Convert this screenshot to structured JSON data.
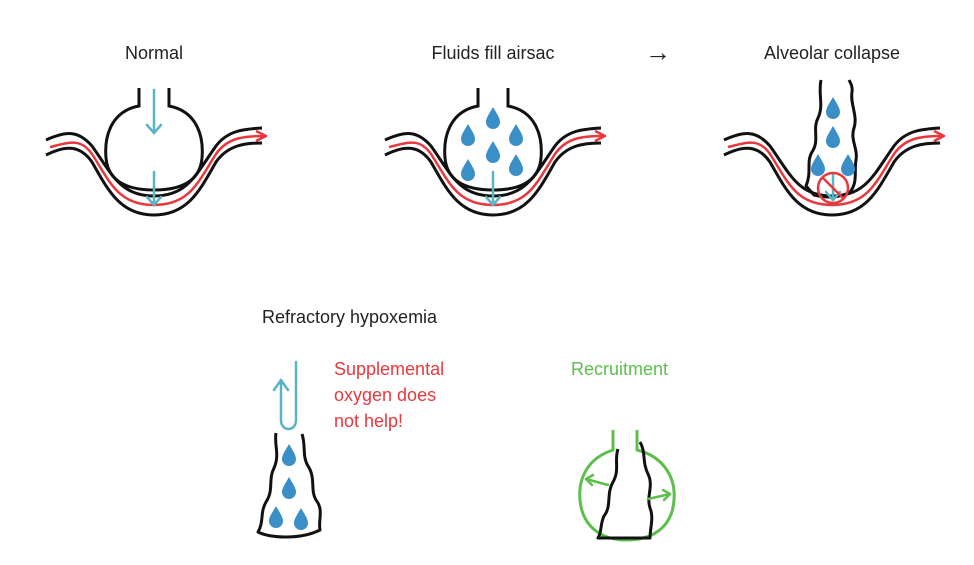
{
  "labels": {
    "normal": "Normal",
    "fluids": "Fluids fill airsac",
    "collapse": "Alveolar collapse",
    "refractory": "Refractory hypoxemia",
    "supplemental": [
      "Supplemental",
      "oxygen does",
      "not help!"
    ],
    "recruitment": "Recruitment"
  },
  "sequence_arrow": "→",
  "colors": {
    "text": "#222222",
    "outline": "#111111",
    "blood_vessel": "#e8383d",
    "oxygen_arrow": "#5bb3c6",
    "fluid_drop": "#3b8fc8",
    "warning_text": "#e8383d",
    "recruitment": "#5cbf4c"
  }
}
